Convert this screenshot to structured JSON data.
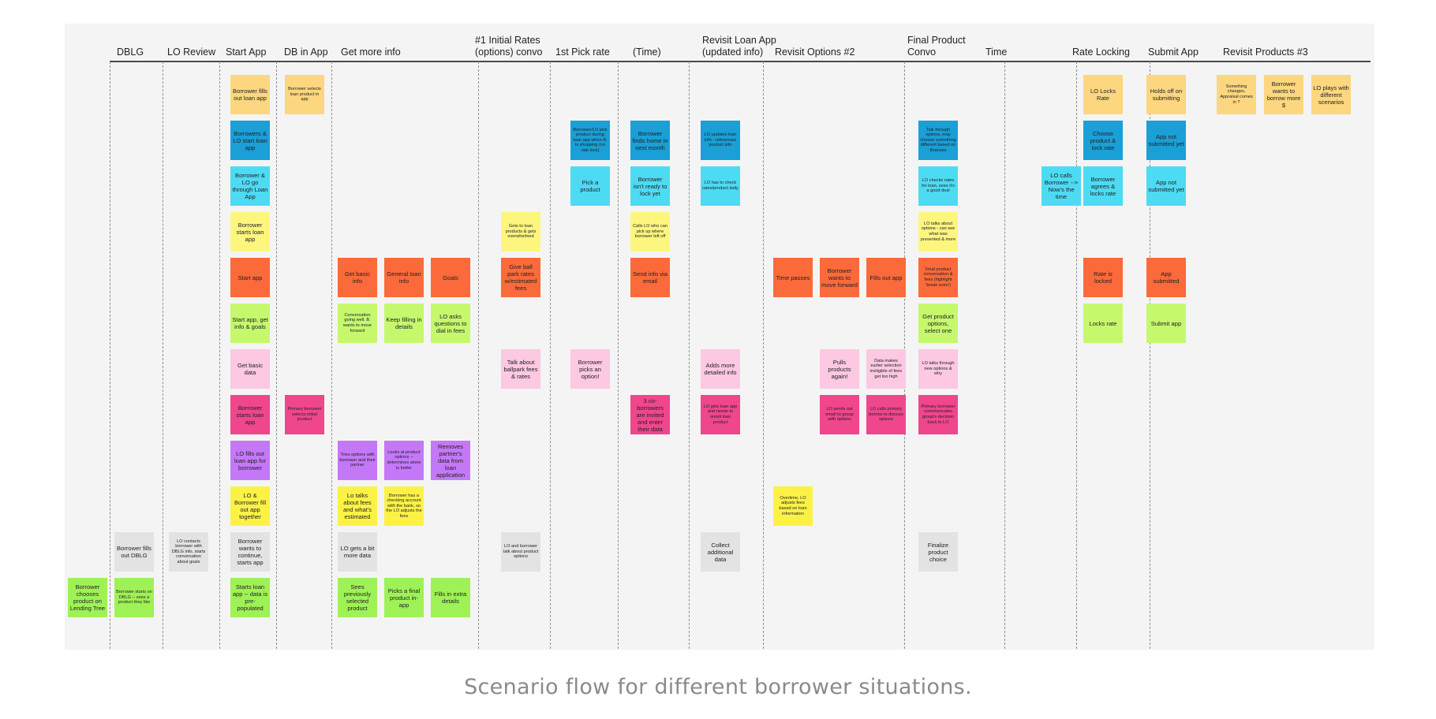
{
  "colors": {
    "light_orange": "#fcd77f",
    "blue": "#1a9fd7",
    "cyan": "#4ddbf3",
    "yellow": "#fcf67f",
    "orange": "#fb6a3a",
    "light_green": "#c6f86e",
    "pink": "#fcc8e2",
    "magenta": "#f0468c",
    "purple": "#c478f7",
    "bright_yellow": "#fcf246",
    "gray": "#e3e3e3",
    "green": "#9ff256"
  },
  "columns": [
    {
      "label": "DBLG"
    },
    {
      "label": "LO Review"
    },
    {
      "label": "Start App"
    },
    {
      "label": "DB in App"
    },
    {
      "label": "Get more info"
    },
    {
      "label": "#1 Initial Rates\n(options) convo"
    },
    {
      "label": "1st Pick rate"
    },
    {
      "label": "(Time)"
    },
    {
      "label": "Revisit Loan App\n(updated info)"
    },
    {
      "label": "Revisit Options #2"
    },
    {
      "label": "Final Product\nConvo"
    },
    {
      "label": "Time"
    },
    {
      "label": "Rate Locking"
    },
    {
      "label": "Submit App"
    },
    {
      "label": "Revisit Products #3"
    }
  ],
  "notes": [
    {
      "text": "Borrower chooses product on Lending Tree",
      "color": "green"
    },
    {
      "text": "Borrower fills out DBLG",
      "color": "gray"
    },
    {
      "text": "Borrower starts on DBLG -- sees a product they like",
      "color": "green",
      "small": true
    },
    {
      "text": "LO contacts borrower with DBLG info, starts conversation about goals",
      "color": "gray",
      "small": true
    },
    {
      "text": "Borrower fills out loan app",
      "color": "light_orange"
    },
    {
      "text": "Borrowers & LO start loan app",
      "color": "blue"
    },
    {
      "text": "Borrower & LO go through Loan App",
      "color": "cyan"
    },
    {
      "text": "Borrower starts loan app",
      "color": "yellow"
    },
    {
      "text": "Start app",
      "color": "orange"
    },
    {
      "text": "Start app, get info & goals",
      "color": "light_green"
    },
    {
      "text": "Get basic data",
      "color": "pink"
    },
    {
      "text": "Borrower starts loan app",
      "color": "magenta"
    },
    {
      "text": "LO fills out loan app for borrower",
      "color": "purple"
    },
    {
      "text": "LO & Borrower fill out app together",
      "color": "bright_yellow"
    },
    {
      "text": "Borrower wants to continue, starts app",
      "color": "gray"
    },
    {
      "text": "Starts loan app -- data is pre-populated",
      "color": "green"
    },
    {
      "text": "Borrower selects loan product in app",
      "color": "light_orange",
      "small": true
    },
    {
      "text": "Primary borrower selects initial product",
      "color": "magenta",
      "small": true
    },
    {
      "text": "Get basic info",
      "color": "orange"
    },
    {
      "text": "General loan info",
      "color": "orange"
    },
    {
      "text": "Goals",
      "color": "orange"
    },
    {
      "text": "Conversation going well. B. wants to move forward",
      "color": "light_green",
      "small": true
    },
    {
      "text": "Keep filling in details",
      "color": "light_green"
    },
    {
      "text": "LO asks questions to dial in fees",
      "color": "light_green"
    },
    {
      "text": "Tries options with borrower and their partner",
      "color": "purple",
      "small": true
    },
    {
      "text": "Looks at product options -- determines alone is better",
      "color": "purple",
      "small": true
    },
    {
      "text": "Removes partner's data from loan application",
      "color": "purple"
    },
    {
      "text": "Lo talks about fees and what's estimated",
      "color": "bright_yellow"
    },
    {
      "text": "Borrower has a checking account with the bank, so the LO adjusts the fees",
      "color": "bright_yellow",
      "small": true
    },
    {
      "text": "LO gets a bit more data",
      "color": "gray"
    },
    {
      "text": "Sees previously selected product",
      "color": "green"
    },
    {
      "text": "Picks a final product in-app",
      "color": "green"
    },
    {
      "text": "Fills in extra details",
      "color": "green"
    },
    {
      "text": "Gets to loan products & gets overwhelmed",
      "color": "yellow",
      "small": true
    },
    {
      "text": "Give ball park rates w/estimated fees",
      "color": "orange"
    },
    {
      "text": "Talk about ballpark fees & rates",
      "color": "pink"
    },
    {
      "text": "LO and borrower talk about product options",
      "color": "gray",
      "small": true
    },
    {
      "text": "Borrower/LO pick product during loan app when B. is shopping (no rate lock)",
      "color": "blue",
      "small": true
    },
    {
      "text": "Pick a product",
      "color": "cyan"
    },
    {
      "text": "Borrower picks an option!",
      "color": "pink"
    },
    {
      "text": "Borrower finds home in next month",
      "color": "blue"
    },
    {
      "text": "Borrower isn't ready to lock yet",
      "color": "cyan"
    },
    {
      "text": "Calls LO who can pick up where borrower left off",
      "color": "yellow",
      "small": true
    },
    {
      "text": "Send info via email",
      "color": "orange"
    },
    {
      "text": "3 co-borrowers are invited and enter their data",
      "color": "magenta"
    },
    {
      "text": "LO updates loan info - references product info",
      "color": "blue",
      "small": true
    },
    {
      "text": "LO has to check rates/product daily",
      "color": "cyan",
      "small": true
    },
    {
      "text": "Adds more detailed info",
      "color": "pink"
    },
    {
      "text": "LO gets loan app and needs to revisit loan product",
      "color": "magenta",
      "small": true
    },
    {
      "text": "Collect additional data",
      "color": "gray"
    },
    {
      "text": "Time passes",
      "color": "orange"
    },
    {
      "text": "Borrower wants to move forward",
      "color": "orange"
    },
    {
      "text": "Fills out app",
      "color": "orange"
    },
    {
      "text": "Pulls products again!",
      "color": "pink"
    },
    {
      "text": "Data makes earlier selection ineligible of fees get too high",
      "color": "pink",
      "small": true
    },
    {
      "text": "LO sends out email to group with options",
      "color": "magenta",
      "small": true
    },
    {
      "text": "LO calls primary borrow to discuss options",
      "color": "magenta",
      "small": true
    },
    {
      "text": "Overtime, LO adjusts fees based on loan information",
      "color": "bright_yellow",
      "small": true
    },
    {
      "text": "Talk through options, may choose something different based on finances",
      "color": "blue",
      "small": true
    },
    {
      "text": "LO checks rates for loan, sees it's a good deal",
      "color": "cyan",
      "small": true
    },
    {
      "text": "LO talks about options - can see what was presented & more",
      "color": "yellow",
      "small": true
    },
    {
      "text": "Final product conversation & fees (highlight 'break even')",
      "color": "orange",
      "small": true
    },
    {
      "text": "Get product options, select one",
      "color": "light_green"
    },
    {
      "text": "LO talks through new options & why",
      "color": "pink",
      "small": true
    },
    {
      "text": "Primary borrower communicates group's decision back to LO",
      "color": "magenta",
      "small": true
    },
    {
      "text": "Finalize product choice",
      "color": "gray"
    },
    {
      "text": "LO calls Borrower --> Now's the time",
      "color": "cyan"
    },
    {
      "text": "LO Locks Rate",
      "color": "light_orange"
    },
    {
      "text": "Choose product & lock rate",
      "color": "blue"
    },
    {
      "text": "Borrower agrees & locks rate",
      "color": "cyan"
    },
    {
      "text": "Rate is locked",
      "color": "orange"
    },
    {
      "text": "Locks rate",
      "color": "light_green"
    },
    {
      "text": "Holds off on submitting",
      "color": "light_orange"
    },
    {
      "text": "App not submitted yet",
      "color": "blue"
    },
    {
      "text": "App not submitted yet",
      "color": "cyan"
    },
    {
      "text": "App submitted",
      "color": "orange"
    },
    {
      "text": "Submit app",
      "color": "light_green"
    },
    {
      "text": "Something changes, Appraisal comes in ?",
      "color": "light_orange",
      "small": true
    },
    {
      "text": "Borrower wants to borrow more $",
      "color": "light_orange"
    },
    {
      "text": "LO plays with different scenarios",
      "color": "light_orange"
    }
  ],
  "caption": "Scenario flow for different borrower situations."
}
